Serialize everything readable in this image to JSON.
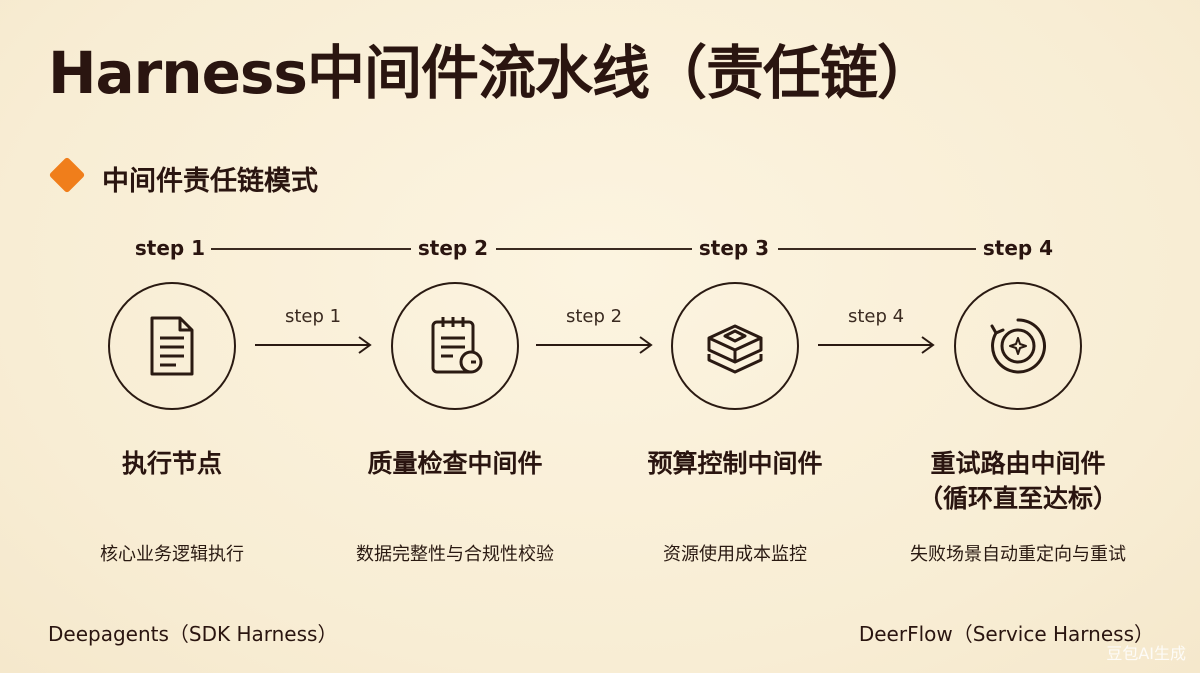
{
  "title": "Harness中间件流水线（责任链）",
  "subtitle": "中间件责任链模式",
  "accent_color": "#f07e1b",
  "steps": [
    {
      "label": "step 1",
      "icon": "document-icon",
      "title": "执行节点",
      "title2": "",
      "desc": "核心业务逻辑执行"
    },
    {
      "label": "step 2",
      "icon": "checklist-icon",
      "title": "质量检查中间件",
      "title2": "",
      "desc": "数据完整性与合规性校验"
    },
    {
      "label": "step 3",
      "icon": "cube-stack-icon",
      "title": "预算控制中间件",
      "title2": "",
      "desc": "资源使用成本监控"
    },
    {
      "label": "step 4",
      "icon": "retry-cycle-icon",
      "title": "重试路由中间件",
      "title2": "（循环直至达标）",
      "desc": "失败场景自动重定向与重试"
    }
  ],
  "arrows": [
    "step 1",
    "step 2",
    "step 4"
  ],
  "footer": {
    "left": "Deepagents（SDK Harness）",
    "right": "DeerFlow（Service Harness）"
  },
  "watermark": "豆包AI生成"
}
